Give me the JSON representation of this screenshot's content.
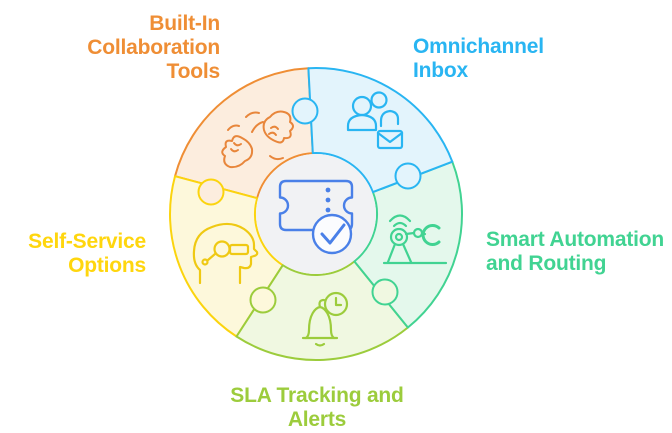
{
  "diagram": {
    "title_present": false,
    "center": {
      "icon": "ticket-check-icon",
      "icon_color": "#4A80E8",
      "hub_fill": "#F1F2F4"
    },
    "segments": [
      {
        "id": "omnichannel-inbox",
        "label": "Omnichannel Inbox",
        "label_lines": [
          "Omnichannel",
          "Inbox"
        ],
        "color": "#29B5F2",
        "fill": "#E3F4FC",
        "icon": "people-envelope-icon",
        "position": "top-right"
      },
      {
        "id": "smart-automation-routing",
        "label": "Smart Automation and Routing",
        "label_lines": [
          "Smart Automation",
          "and Routing"
        ],
        "color": "#41D392",
        "fill": "#E4F8EC",
        "icon": "robot-arm-wifi-icon",
        "position": "right"
      },
      {
        "id": "sla-tracking-alerts",
        "label": "SLA Tracking and Alerts",
        "label_lines": [
          "SLA Tracking and",
          "Alerts"
        ],
        "color": "#9CCC3C",
        "fill": "#F0F8E1",
        "icon": "bell-clock-icon",
        "position": "bottom"
      },
      {
        "id": "self-service-options",
        "label": "Self-Service Options",
        "label_lines": [
          "Self-Service",
          "Options"
        ],
        "color": "#FFD60E",
        "fill": "#FDF8DB",
        "icon": "headset-profile-icon",
        "position": "left"
      },
      {
        "id": "built-in-collaboration-tools",
        "label": "Built-In Collaboration Tools",
        "label_lines": [
          "Built-In",
          "Collaboration",
          "Tools"
        ],
        "color": "#EF8E35",
        "fill": "#FCEDDE",
        "icon": "hands-collaboration-icon",
        "position": "top-left"
      }
    ]
  }
}
